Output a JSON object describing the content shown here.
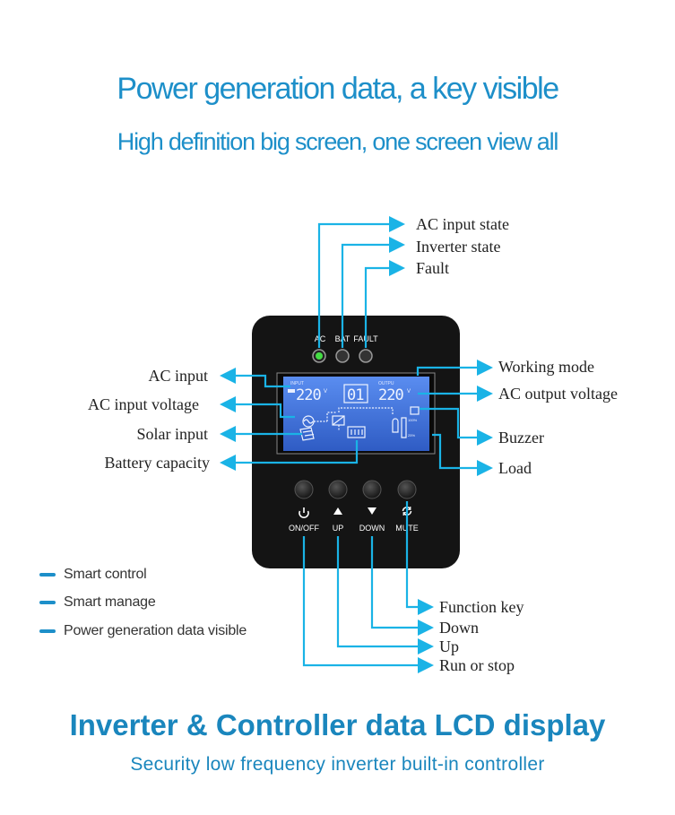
{
  "header": {
    "title": "Power generation data, a key visible",
    "subtitle": "High definition big screen, one screen view all"
  },
  "indicators": [
    "AC",
    "BAT",
    "FAULT"
  ],
  "lcd": {
    "input_tag": "INPUT",
    "output_tag": "OUTPU",
    "input_voltage": "220",
    "mode": "01",
    "output_voltage": "220",
    "unit": "V"
  },
  "buttons": [
    {
      "label": "ON/OFF",
      "icon": "power-icon"
    },
    {
      "label": "UP",
      "icon": "triangle-up-icon"
    },
    {
      "label": "DOWN",
      "icon": "triangle-down-icon"
    },
    {
      "label": "MUTE",
      "icon": "refresh-icon"
    }
  ],
  "callouts": {
    "ac_input_state": "AC input state",
    "inverter_state": "Inverter state",
    "fault": "Fault",
    "working_mode": "Working mode",
    "ac_output_voltage": "AC output voltage",
    "buzzer": "Buzzer",
    "load": "Load",
    "ac_input": "AC input",
    "ac_input_voltage": "AC input voltage",
    "solar_input": "Solar input",
    "battery_capacity": "Battery capacity",
    "function_key": "Function key",
    "down": "Down",
    "up": "Up",
    "run_or_stop": "Run or stop"
  },
  "features": [
    "Smart control",
    "Smart manage",
    "Power generation data visible"
  ],
  "footer": {
    "title": "Inverter & Controller data LCD display",
    "subtitle": "Security low frequency inverter built-in controller"
  },
  "colors": {
    "accent": "#1ab3e6",
    "heading": "#1d8fc9",
    "lcd_background": "#3e6fd6",
    "panel": "#141414",
    "ac_led": "#44dd44"
  }
}
